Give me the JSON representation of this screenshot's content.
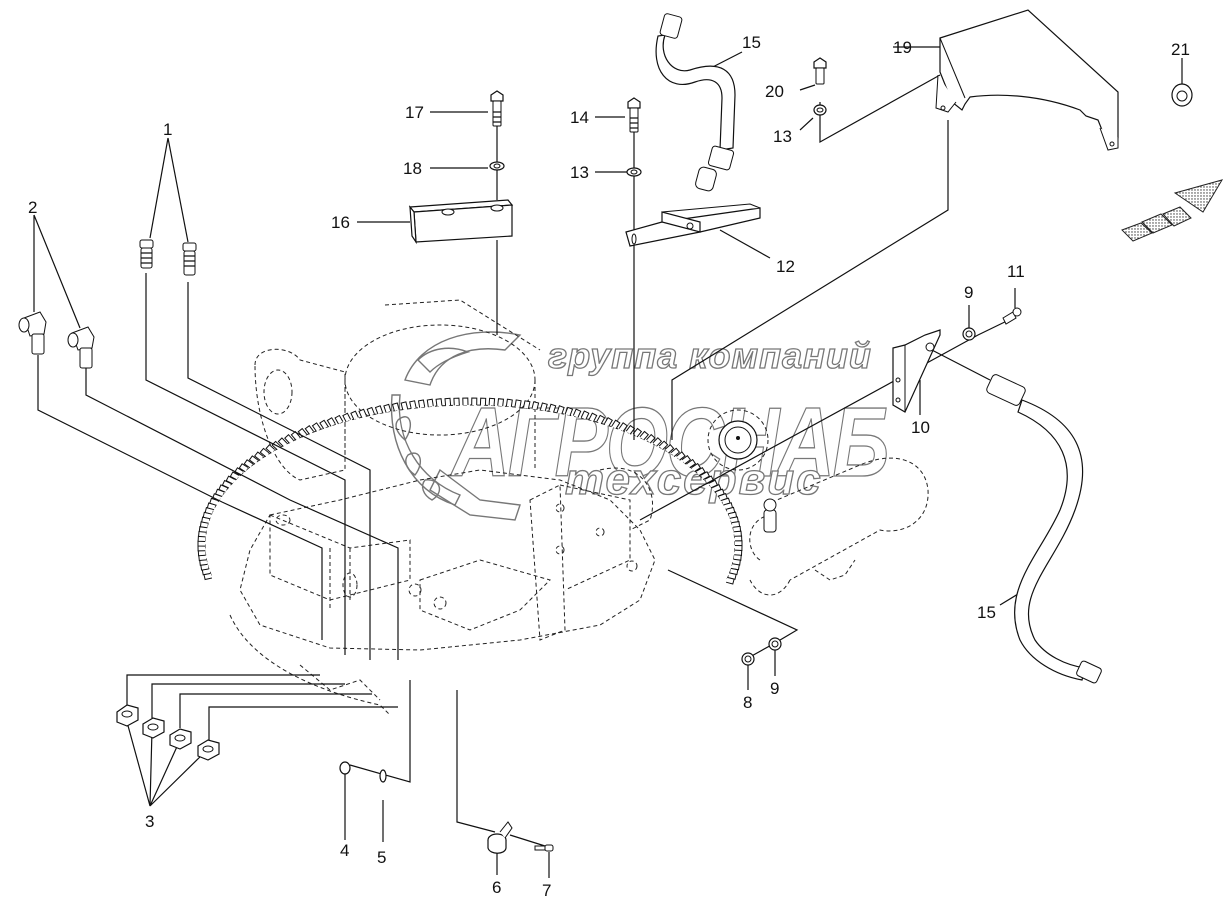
{
  "diagram": {
    "type": "exploded-parts-diagram",
    "subject": "Ring gear housing with speed sensor, brackets and hoses",
    "watermark": {
      "line1": "группа компаний",
      "line2": "АГРОСНАБ",
      "line3": "техсервис"
    },
    "callouts": [
      {
        "id": "c1",
        "label": "1"
      },
      {
        "id": "c2",
        "label": "2"
      },
      {
        "id": "c3",
        "label": "3"
      },
      {
        "id": "c4",
        "label": "4"
      },
      {
        "id": "c5",
        "label": "5"
      },
      {
        "id": "c6",
        "label": "6"
      },
      {
        "id": "c7",
        "label": "7"
      },
      {
        "id": "c8",
        "label": "8"
      },
      {
        "id": "c9a",
        "label": "9"
      },
      {
        "id": "c9b",
        "label": "9"
      },
      {
        "id": "c10",
        "label": "10"
      },
      {
        "id": "c11",
        "label": "11"
      },
      {
        "id": "c12",
        "label": "12"
      },
      {
        "id": "c13a",
        "label": "13"
      },
      {
        "id": "c13b",
        "label": "13"
      },
      {
        "id": "c14",
        "label": "14"
      },
      {
        "id": "c15a",
        "label": "15"
      },
      {
        "id": "c15b",
        "label": "15"
      },
      {
        "id": "c16",
        "label": "16"
      },
      {
        "id": "c17",
        "label": "17"
      },
      {
        "id": "c18",
        "label": "18"
      },
      {
        "id": "c19",
        "label": "19"
      },
      {
        "id": "c20",
        "label": "20"
      },
      {
        "id": "c21",
        "label": "21"
      }
    ],
    "parts": [
      {
        "number": "1",
        "name": "straight grease fitting",
        "quantity_shown": 2
      },
      {
        "number": "2",
        "name": "angled grease fitting",
        "quantity_shown": 2
      },
      {
        "number": "3",
        "name": "hex nut",
        "quantity_shown": 4
      },
      {
        "number": "4",
        "name": "nut",
        "quantity_shown": 1
      },
      {
        "number": "5",
        "name": "washer",
        "quantity_shown": 1
      },
      {
        "number": "6",
        "name": "clamp",
        "quantity_shown": 1
      },
      {
        "number": "7",
        "name": "screw",
        "quantity_shown": 1
      },
      {
        "number": "8",
        "name": "nut",
        "quantity_shown": 1
      },
      {
        "number": "9",
        "name": "washer",
        "quantity_shown": 2
      },
      {
        "number": "10",
        "name": "sensor bracket",
        "quantity_shown": 1
      },
      {
        "number": "11",
        "name": "bolt",
        "quantity_shown": 1
      },
      {
        "number": "12",
        "name": "bracket",
        "quantity_shown": 1
      },
      {
        "number": "13",
        "name": "washer",
        "quantity_shown": 2
      },
      {
        "number": "14",
        "name": "bolt",
        "quantity_shown": 1
      },
      {
        "number": "15",
        "name": "hose / sensor cable",
        "quantity_shown": 2
      },
      {
        "number": "16",
        "name": "spacer block",
        "quantity_shown": 1
      },
      {
        "number": "17",
        "name": "bolt",
        "quantity_shown": 1
      },
      {
        "number": "18",
        "name": "washer",
        "quantity_shown": 1
      },
      {
        "number": "19",
        "name": "guard cover",
        "quantity_shown": 1
      },
      {
        "number": "20",
        "name": "bolt",
        "quantity_shown": 1
      },
      {
        "number": "21",
        "name": "grommet",
        "quantity_shown": 1
      }
    ],
    "direction_indicator": "forward-arrow-icon"
  }
}
